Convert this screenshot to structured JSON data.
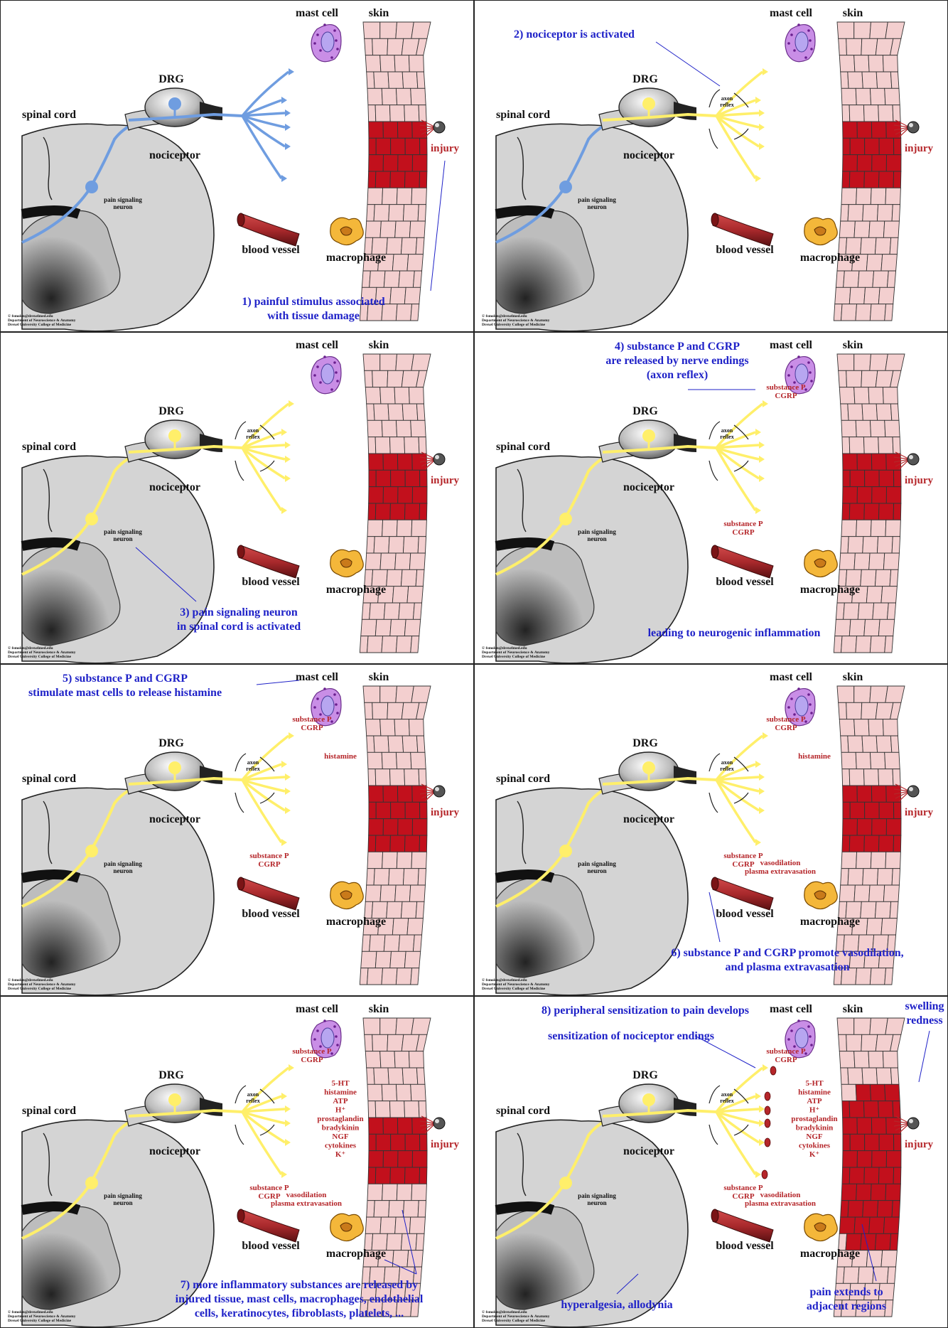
{
  "labels": {
    "spinal_cord": "spinal cord",
    "drg": "DRG",
    "nociceptor": "nociceptor",
    "pain_signaling_neuron_1": "pain signaling",
    "pain_signaling_neuron_2": "neuron",
    "mast_cell": "mast cell",
    "skin": "skin",
    "injury": "injury",
    "blood_vessel": "blood vessel",
    "macrophage": "macrophage",
    "axon_reflex_1": "axon",
    "axon_reflex_2": "reflex",
    "substance_p": "substance P",
    "cgrp": "CGRP",
    "histamine": "histamine",
    "vasodilation": "vasodilation",
    "plasma_extravasation": "plasma extravasation",
    "copyright_1": "© fsmolen@drexelmed.edu",
    "copyright_2": "Department of Neuroscience & Anatomy",
    "copyright_3": "Drexel University College of Medicine"
  },
  "mediators": [
    "5-HT",
    "histamine",
    "ATP",
    "H⁺",
    "prostaglandin",
    "bradykinin",
    "NGF",
    "cytokines",
    "K⁺"
  ],
  "colors": {
    "blue_nerve": "#6f9de0",
    "yellow_nerve": "#ffef6a",
    "caption_blue": "#1f22c8",
    "label_red": "#b5262a",
    "skin_pink": "#f3cfcf",
    "skin_red": "#c2101c",
    "mast_purple": "#c98ee6",
    "macrophage_orange": "#f4b73a",
    "vessel_red": "#a9292c"
  },
  "panels": [
    {
      "captions": [
        "1) painful stimulus associated",
        "with tissue damage"
      ]
    },
    {
      "captions": [
        "2) nociceptor is activated"
      ]
    },
    {
      "captions": [
        "3) pain signaling neuron",
        "in spinal cord is activated"
      ]
    },
    {
      "captions": [
        "4) substance P and CGRP",
        "are released by nerve endings",
        "(axon reflex)"
      ],
      "captions2": [
        "leading to neurogenic inflammation"
      ]
    },
    {
      "captions": [
        "5) substance P and CGRP",
        "stimulate mast cells to release histamine"
      ]
    },
    {
      "captions": [
        "6) substance P and CGRP promote vasodilation,",
        "and plasma extravasation"
      ]
    },
    {
      "captions": [
        "7) more inflammatory substances are released by",
        "injured tissue, mast cells, macrophages, endothelial",
        "cells, keratinocytes, fibroblasts, platelets, ..."
      ]
    },
    {
      "captions": [
        "8) peripheral sensitization to pain develops"
      ],
      "captions2": [
        "sensitization of nociceptor endings"
      ],
      "captions3": [
        "hyperalgesia, allodynia"
      ],
      "captions4": [
        "pain extends to",
        "adjacent regions"
      ],
      "captions5": [
        "swelling",
        "redness"
      ]
    }
  ]
}
